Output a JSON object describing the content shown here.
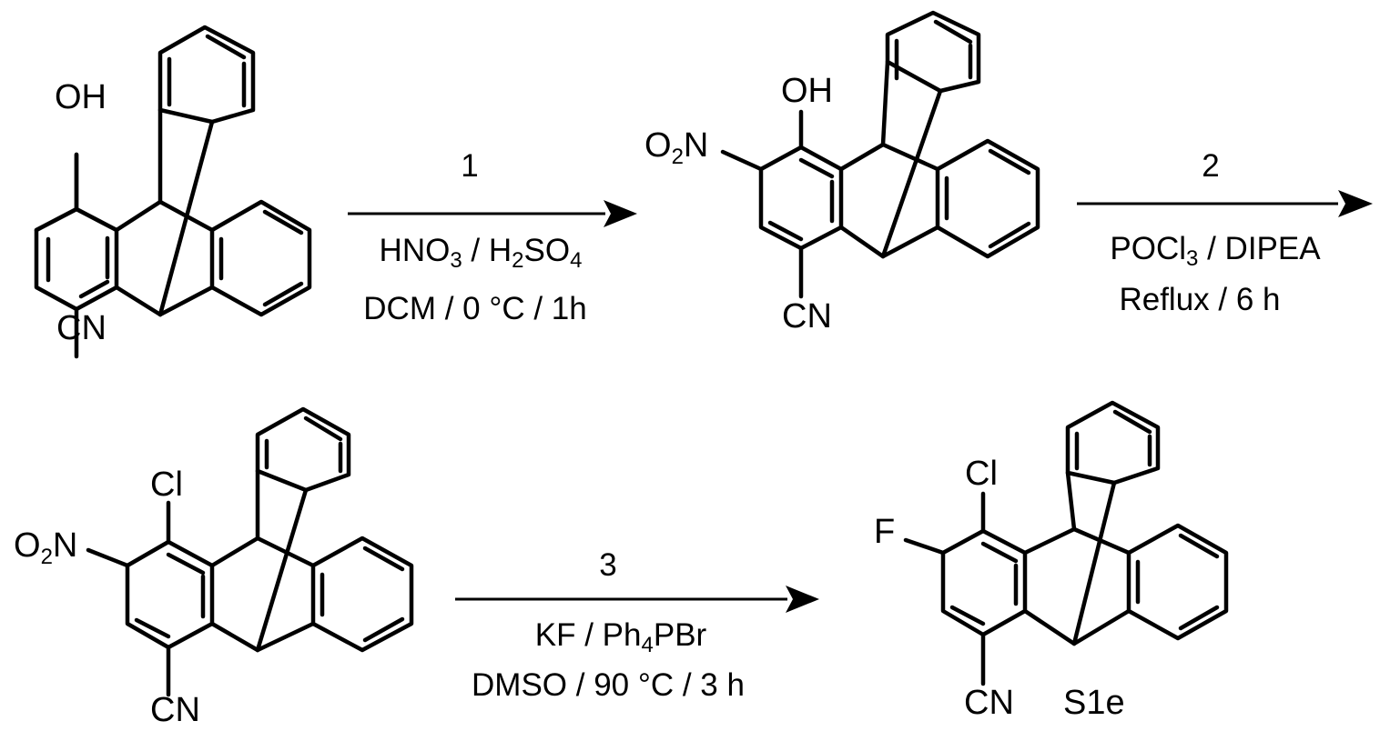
{
  "molecules": {
    "m1": {
      "substituents": {
        "OH": "OH",
        "CN": "CN"
      }
    },
    "m2": {
      "substituents": {
        "OH": "OH",
        "NO2": {
          "main": "O",
          "sub": "2",
          "rest": "N"
        },
        "CN": "CN"
      }
    },
    "m3": {
      "substituents": {
        "Cl": "Cl",
        "NO2": {
          "main": "O",
          "sub": "2",
          "rest": "N"
        },
        "CN": "CN"
      }
    },
    "m4": {
      "substituents": {
        "Cl": "Cl",
        "F": "F",
        "CN": "CN"
      },
      "compound_label": "S1e"
    }
  },
  "steps": [
    {
      "number": "1",
      "line1": {
        "t1": "HNO",
        "s1": "3",
        "t2": " / H",
        "s2": "2",
        "t3": "SO",
        "s3": "4"
      },
      "line2": "DCM / 0 °C / 1h"
    },
    {
      "number": "2",
      "line1": {
        "t1": "POCl",
        "s1": "3",
        "t2": " / DIPEA"
      },
      "line2": "Reflux / 6 h"
    },
    {
      "number": "3",
      "line1": {
        "t1": "KF / Ph",
        "s1": "4",
        "t2": "PBr"
      },
      "line2": "DMSO / 90 °C / 3 h"
    }
  ]
}
